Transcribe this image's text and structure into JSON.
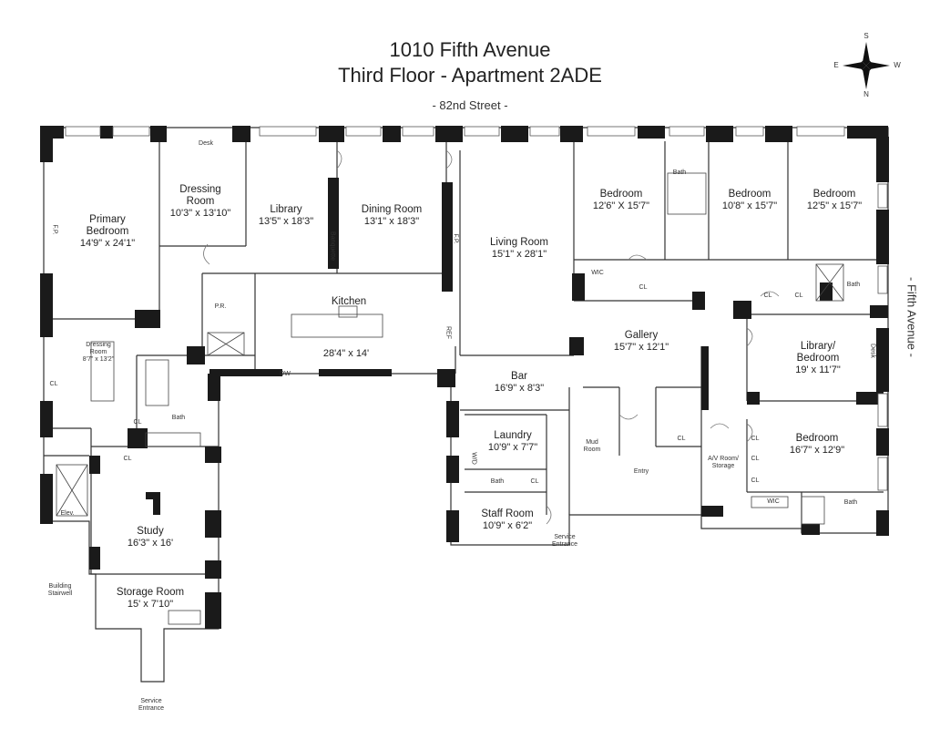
{
  "plan": {
    "building": "1010 Fifth Avenue",
    "unit": "Third Floor - Apartment 2ADE",
    "top_street": "- 82nd Street -",
    "side_street": "- Fifth Avenue -"
  },
  "compass": {
    "s": "S",
    "e": "E",
    "w": "W",
    "n": "N"
  },
  "rooms": {
    "primary_bedroom": {
      "name": "Primary\nBedroom",
      "dim": "14'9\" x 24'1\""
    },
    "dressing_room": {
      "name": "Dressing\nRoom",
      "dim": "10'3\" x 13'10\""
    },
    "library": {
      "name": "Library",
      "dim": "13'5\" x 18'3\""
    },
    "dining_room": {
      "name": "Dining Room",
      "dim": "13'1\" x 18'3\""
    },
    "living_room": {
      "name": "Living Room",
      "dim": "15'1\" x 28'1\""
    },
    "bedroom_1": {
      "name": "Bedroom",
      "dim": "12'6\" X 15'7\""
    },
    "bedroom_2": {
      "name": "Bedroom",
      "dim": "10'8\" x 15'7\""
    },
    "bedroom_3": {
      "name": "Bedroom",
      "dim": "12'5\" x 15'7\""
    },
    "kitchen": {
      "name": "Kitchen",
      "dim": "28'4\" x 14'"
    },
    "gallery": {
      "name": "Gallery",
      "dim": "15'7\" x 12'1\""
    },
    "library_bedroom": {
      "name": "Library/\nBedroom",
      "dim": "19' x 11'7\""
    },
    "bar": {
      "name": "Bar",
      "dim": "16'9\" x 8'3\""
    },
    "laundry": {
      "name": "Laundry",
      "dim": "10'9\" x 7'7\""
    },
    "staff_room": {
      "name": "Staff Room",
      "dim": "10'9\" x 6'2\""
    },
    "bedroom_4": {
      "name": "Bedroom",
      "dim": "16'7\" x 12'9\""
    },
    "study": {
      "name": "Study",
      "dim": "16'3\" x 16'"
    },
    "storage_room": {
      "name": "Storage Room",
      "dim": "15' x 7'10\""
    },
    "dressing_room_2": {
      "name": "Dressing\nRoom",
      "dim": "8'7\" x 13'2\""
    }
  },
  "small_labels": {
    "desk_top": "Desk",
    "bath_top": "Bath",
    "wic_1": "WIC",
    "cl_a": "CL",
    "cl_b": "CL",
    "cl_c": "CL",
    "bath_right": "Bath",
    "pr": "P.R.",
    "dw": "DW",
    "cl_left": "CL",
    "cl_bath": "CL",
    "bath_left": "Bath",
    "cl_study": "CL",
    "elev": "Elev.",
    "building_stairwell": "Building\nStairwell",
    "service_entrance_bottom": "Service\nEntrance",
    "mud_room": "Mud\nRoom",
    "entry": "Entry",
    "cl_entry": "CL",
    "av_room": "A/V Room/\nStorage",
    "cl_av1": "CL",
    "cl_av2": "CL",
    "cl_av3": "CL",
    "wic_2": "WIC",
    "bath_bottom_right": "Bath",
    "bath_staff": "Bath",
    "cl_staff": "CL",
    "service_entrance_mid": "Service\nEntrance",
    "fp_left": "F.P.",
    "fp_living": "F.P.",
    "banquette": "Banquette",
    "ref": "REF",
    "wd": "W/D",
    "desk_right": "Desk"
  }
}
